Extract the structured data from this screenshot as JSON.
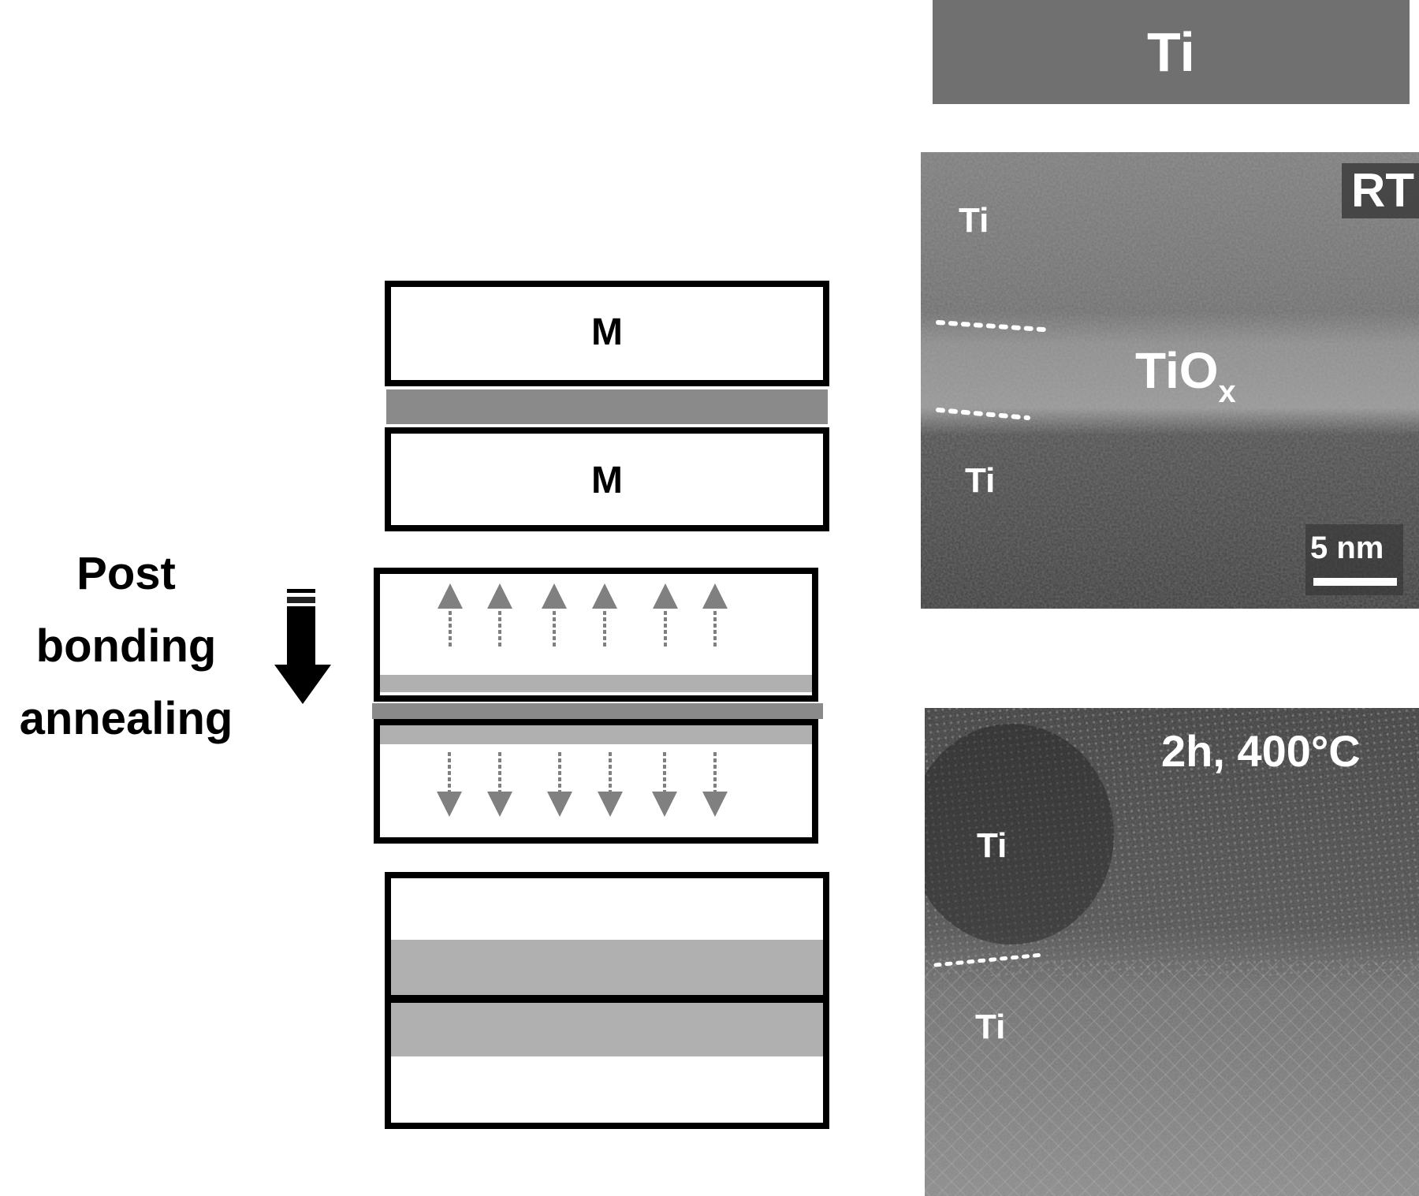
{
  "figure": {
    "process_label": {
      "lines": [
        "Post",
        "bonding",
        "annealing"
      ]
    },
    "process_arrow": "down-arrow",
    "schematic": {
      "before_annealing": {
        "top_layer_label": "M",
        "bottom_layer_label": "M",
        "interlayer": "oxide-band"
      },
      "during_annealing": {
        "arrows_up_count": 6,
        "arrows_down_count": 6,
        "arrow_style": "dashed-gray"
      },
      "after_annealing": {
        "bands": 2
      }
    },
    "material_header": "Ti",
    "tem_rt": {
      "condition_label": "RT",
      "upper_layer": "Ti",
      "interlayer": "TiO",
      "interlayer_subscript": "x",
      "lower_layer": "Ti",
      "scale_bar": "5 nm"
    },
    "tem_annealed": {
      "condition_label": "2h, 400°C",
      "upper_layer": "Ti",
      "lower_layer": "Ti"
    },
    "colors": {
      "header_bg": "#707070",
      "interlayer_dark": "#8a8a8a",
      "interlayer_light": "#b0b0b0",
      "arrow_gray": "#808080"
    }
  }
}
